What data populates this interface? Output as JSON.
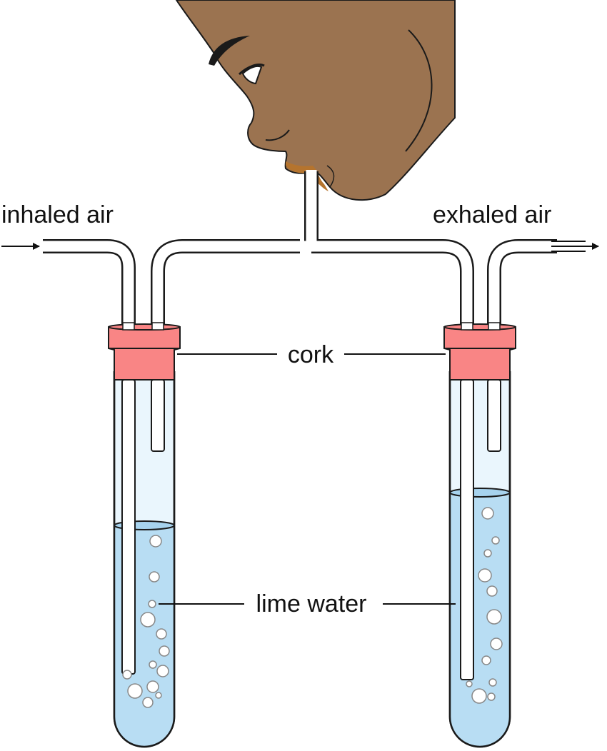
{
  "labels": {
    "inhaled": "inhaled air",
    "exhaled": "exhaled air",
    "cork": "cork",
    "lime_water": "lime water"
  },
  "colors": {
    "skin": "#9B7350",
    "cork": "#F98585",
    "liquid": "#B8DDF3",
    "tube_glass": "#EAF6FD",
    "outline": "#1A1A1A"
  },
  "diagram": {
    "flow": "inhaled air → left tube → mouth → right tube → exhaled air",
    "left_tube_fill_fraction": 0.6,
    "right_tube_fill_fraction": 0.7
  }
}
